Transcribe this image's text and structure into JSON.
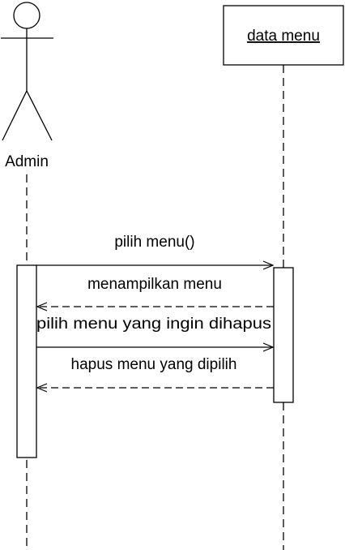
{
  "diagram": {
    "type": "sequence",
    "actor": {
      "name": "Admin"
    },
    "object": {
      "name": "data menu"
    },
    "messages": [
      {
        "label": "pilih menu()",
        "direction": "admin-to-object",
        "style": "solid"
      },
      {
        "label": "menampilkan menu",
        "direction": "object-to-admin",
        "style": "dashed"
      },
      {
        "label": "pilih menu yang ingin dihapus",
        "direction": "admin-to-object",
        "style": "solid"
      },
      {
        "label": "hapus menu yang dipilih",
        "direction": "object-to-admin",
        "style": "dashed"
      }
    ]
  },
  "colors": {
    "stroke": "#000000",
    "background": "#ffffff"
  }
}
